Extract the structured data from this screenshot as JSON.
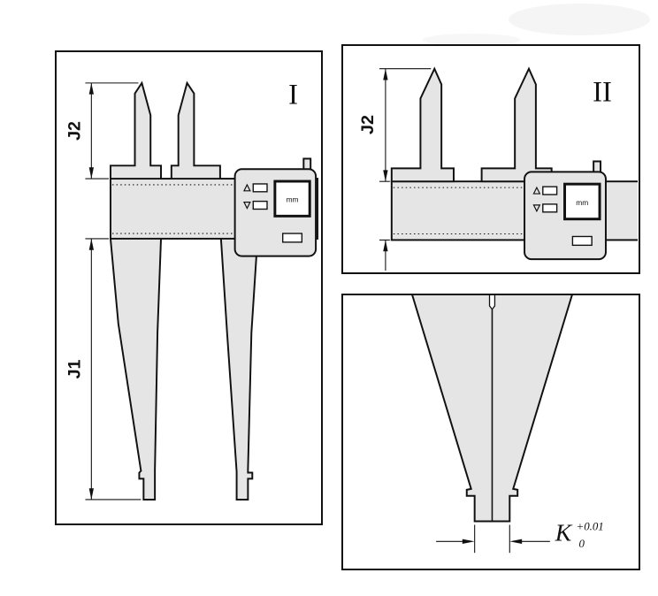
{
  "panels": {
    "panel1": {
      "label": "I",
      "dim_upper": "J2",
      "dim_lower": "J1"
    },
    "panel2": {
      "label": "II",
      "dim_upper": "J2"
    },
    "panel3": {
      "dim": "K",
      "tol_upper": "+0.01",
      "tol_lower": "0"
    }
  },
  "display": {
    "unit": "mm",
    "icons": {
      "up_button": "triangle-up",
      "down_button": "triangle-down"
    }
  }
}
